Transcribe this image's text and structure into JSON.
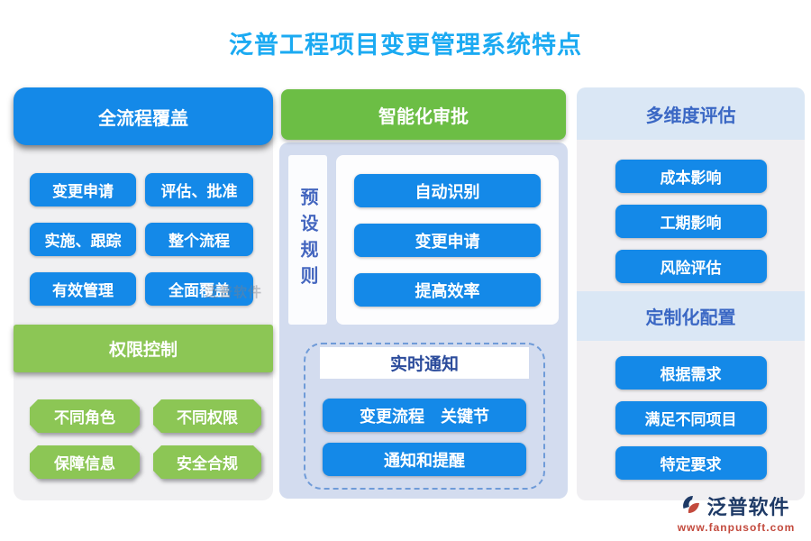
{
  "title": "泛普工程项目变更管理系统特点",
  "colors": {
    "title_blue": "#1BAAF2",
    "button_blue": "#1489E8",
    "header_green": "#6CBE45",
    "light_green": "#8CC655",
    "mid_body": "#D3DCEF",
    "right_header_blue": "#DAE7F5",
    "right_body_gray": "#F0EFF2",
    "left_panel_gray": "#F0F0F2",
    "dashed_border_blue": "#6F9BD8",
    "dark_blue_text": "#3A67C4",
    "logo_navy": "#1E3A66",
    "logo_red": "#C34A3D"
  },
  "left_panel": {
    "header": "全流程覆盖",
    "buttons": [
      "变更申请",
      "评估、批准",
      "实施、跟踪",
      "整个流程",
      "有效管理",
      "全面覆盖"
    ],
    "sub_header": "权限控制",
    "sub_buttons": [
      "不同角色",
      "不同权限",
      "保障信息",
      "安全合规"
    ]
  },
  "middle_panel": {
    "header": "智能化审批",
    "side_label": "预设规则",
    "buttons": [
      "自动识别",
      "变更申请",
      "提高效率"
    ],
    "notify": {
      "header": "实时通知",
      "buttons": [
        "变更流程　关键节",
        "通知和提醒"
      ]
    }
  },
  "right_panel": {
    "sections": [
      {
        "header": "多维度评估",
        "buttons": [
          "成本影响",
          "工期影响",
          "风险评估"
        ]
      },
      {
        "header": "定制化配置",
        "buttons": [
          "根据需求",
          "满足不同项目",
          "特定要求"
        ]
      }
    ]
  },
  "watermark": {
    "text": "泛普软件"
  },
  "logo": {
    "name": "泛普软件",
    "url": "www.fanpusoft.com"
  }
}
